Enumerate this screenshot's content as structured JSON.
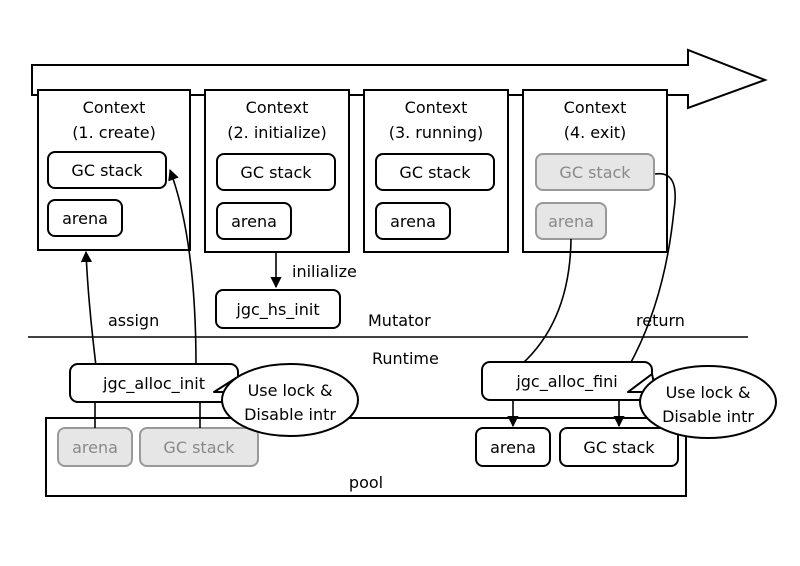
{
  "contexts": [
    {
      "title": "Context",
      "phase": "(1. create)",
      "gc_stack": "GC stack",
      "arena": "arena"
    },
    {
      "title": "Context",
      "phase": "(2. initialize)",
      "gc_stack": "GC stack",
      "arena": "arena"
    },
    {
      "title": "Context",
      "phase": "(3. running)",
      "gc_stack": "GC stack",
      "arena": "arena"
    },
    {
      "title": "Context",
      "phase": "(4. exit)",
      "gc_stack": "GC stack",
      "arena": "arena"
    }
  ],
  "labels": {
    "assign": "assign",
    "initialize": "inilialize",
    "hs_init": "jgc_hs_init",
    "mutator": "Mutator",
    "runtime": "Runtime",
    "return": "return",
    "alloc_init": "jgc_alloc_init",
    "alloc_fini": "jgc_alloc_fini",
    "pool": "pool"
  },
  "callouts": {
    "left": {
      "line1": "Use lock &",
      "line2": "Disable intr"
    },
    "right": {
      "line1": "Use lock &",
      "line2": "Disable intr"
    }
  },
  "pool_items": {
    "arena_left": "arena",
    "gc_left": "GC stack",
    "arena_right": "arena",
    "gc_right": "GC stack"
  },
  "colors": {
    "disabled_fill": "#e6e6e6",
    "disabled_text": "#888888"
  }
}
